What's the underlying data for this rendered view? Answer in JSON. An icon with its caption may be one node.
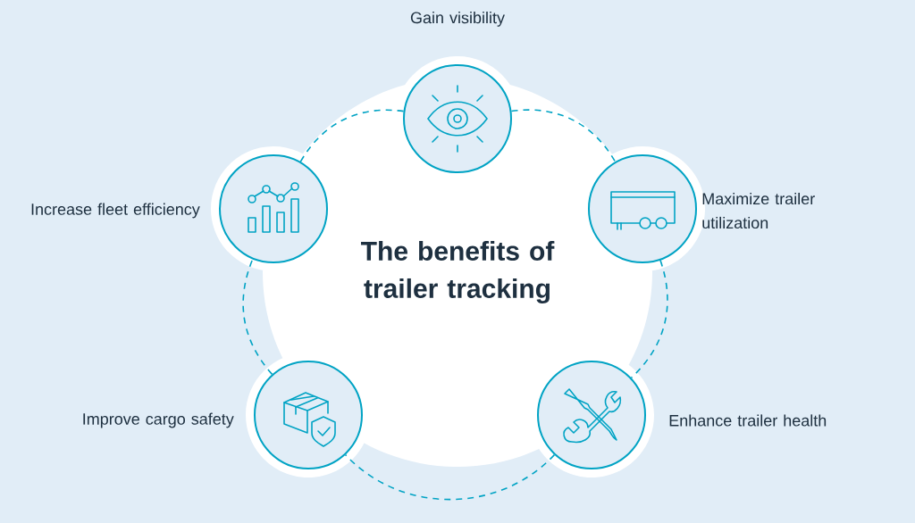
{
  "diagram": {
    "nodes": [
      {
        "text": [
          "The benefits of trailer tracking"
        ]
      },
      {
        "text": [
          "Gain visibility"
        ]
      },
      {
        "text": [
          "Increase fleet efficiency"
        ]
      },
      {
        "text": [
          "Maximize trailer utilization"
        ]
      },
      {
        "text": [
          "Improve cargo safety"
        ]
      },
      {
        "text": [
          "Enhance trailer health"
        ]
      }
    ],
    "edges": [
      {
        "from": 1,
        "to": 3,
        "arrow": "none",
        "style": "dashed"
      },
      {
        "from": 3,
        "to": 5,
        "arrow": "none",
        "style": "dashed"
      },
      {
        "from": 5,
        "to": 4,
        "arrow": "none",
        "style": "dashed"
      },
      {
        "from": 4,
        "to": 2,
        "arrow": "none",
        "style": "dashed"
      },
      {
        "from": 2,
        "to": 1,
        "arrow": "none",
        "style": "dashed"
      }
    ]
  }
}
